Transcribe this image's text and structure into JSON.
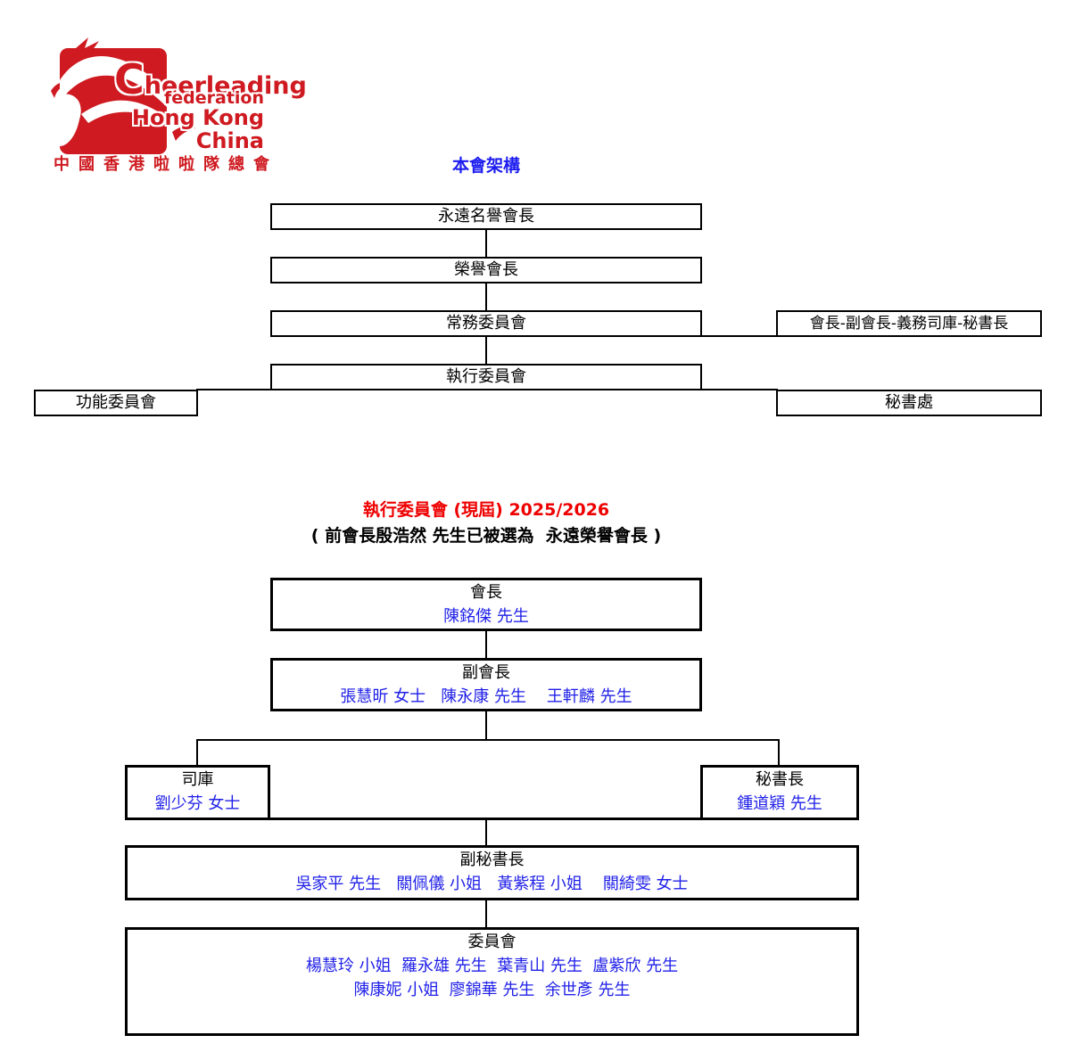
{
  "colors": {
    "logo_red": "#ce1a20",
    "link_blue": "#1f1fe8",
    "title_blue": "#1c1cf0",
    "alert_red": "#ee0000",
    "line_black": "#000000"
  },
  "logo": {
    "line1": "Cheerleading",
    "line2": "federation",
    "line3": "Hong Kong",
    "line4": "China",
    "chinese": "中國香港啦啦隊總會"
  },
  "top_chart": {
    "title": "本會架構",
    "boxes": {
      "permanent_honorary": "永遠名譽會長",
      "honorary": "榮譽會長",
      "standing_committee": "常務委員會",
      "standing_side": "會長-副會長-義務司庫-秘書長",
      "executive_committee": "執行委員會",
      "functional_committee": "功能委員會",
      "secretariat": "秘書處"
    }
  },
  "exec_chart": {
    "title": "執行委員會 (現屆) 2025/2026",
    "subtitle": "( 前會長殷浩然 先生已被選為  永遠榮譽會長 )",
    "president": {
      "title": "會長",
      "names": "陳銘傑 先生"
    },
    "vice_presidents": {
      "title": "副會長",
      "names": "張慧昕 女士   陳永康 先生    王軒麟 先生"
    },
    "treasurer": {
      "title": "司庫",
      "names": "劉少芬 女士"
    },
    "secretary_general": {
      "title": "秘書長",
      "names": "鍾道穎 先生"
    },
    "deputy_secretaries": {
      "title": "副秘書長",
      "names": "吳家平 先生   關佩儀 小姐   黃紫程 小姐    關綺雯 女士"
    },
    "committee": {
      "title": "委員會",
      "names_row1": "楊慧玲 小姐  羅永雄 先生  葉青山 先生  盧紫欣 先生",
      "names_row2": "陳康妮 小姐  廖錦華 先生  余世彥 先生"
    }
  }
}
